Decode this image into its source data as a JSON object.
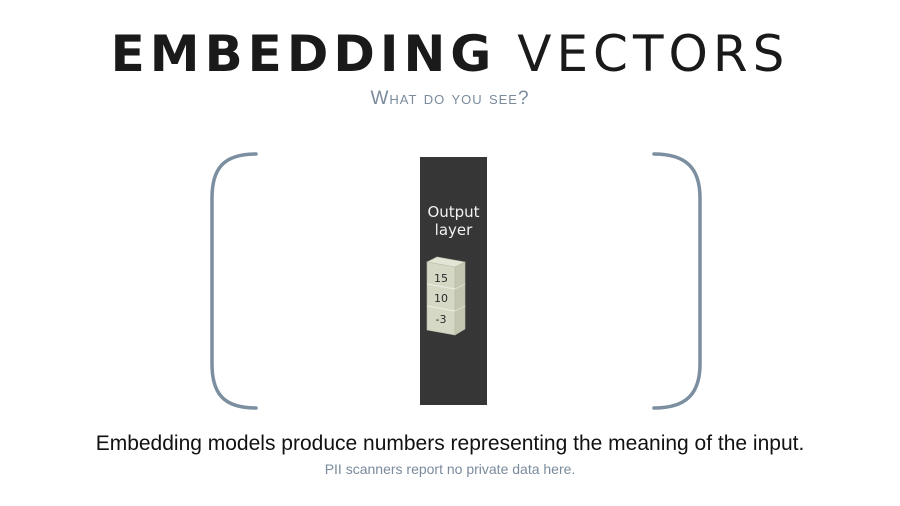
{
  "header": {
    "title_bold": "EMBEDDING",
    "title_light": "VECTORS",
    "subtitle": "What do you see?"
  },
  "diagram": {
    "panel_label_line1": "Output",
    "panel_label_line2": "layer",
    "vector_values": [
      "15",
      "10",
      "-3"
    ],
    "colors": {
      "panel_bg": "#363636",
      "cube_front": "#d6d8c6",
      "cube_side": "#c3c6b1",
      "cube_top": "#e3e5d6",
      "bracket": "#7b8fa0"
    }
  },
  "footer": {
    "caption": "Embedding models produce numbers representing the meaning of the input.",
    "note": "PII scanners report no private data here."
  }
}
